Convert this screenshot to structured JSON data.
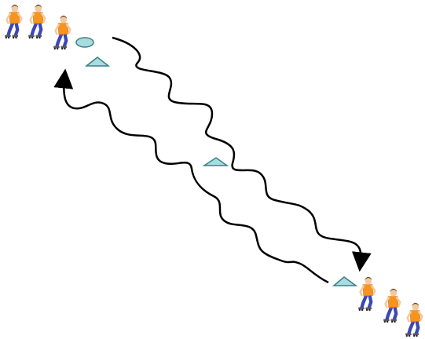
{
  "diagram": {
    "colors": {
      "background": "#ffffff",
      "path_stroke": "#000000",
      "cone_fill": "#a9dcdf",
      "cone_stroke": "#3c7f86",
      "skater_shirt": "#f7941d",
      "skater_shirt_shade": "#d86f0a",
      "skater_pants": "#3b47b6",
      "skater_skin": "#f3c9a0",
      "skater_hair": "#6b3a12",
      "skater_skate": "#5a5a5a",
      "skater_wheels": "#222222"
    },
    "top_group": {
      "skaters": 3,
      "markers": [
        {
          "shape": "ellipse",
          "icon": "disc-cone"
        },
        {
          "shape": "triangle",
          "icon": "cone"
        }
      ]
    },
    "middle_marker": {
      "shape": "triangle",
      "icon": "cone"
    },
    "bottom_group": {
      "skaters": 3,
      "markers": [
        {
          "shape": "triangle",
          "icon": "cone"
        }
      ]
    },
    "paths": [
      {
        "direction": "down-right",
        "style": "wavy",
        "arrowhead": "end"
      },
      {
        "direction": "up-left",
        "style": "wavy",
        "arrowhead": "end"
      }
    ]
  }
}
